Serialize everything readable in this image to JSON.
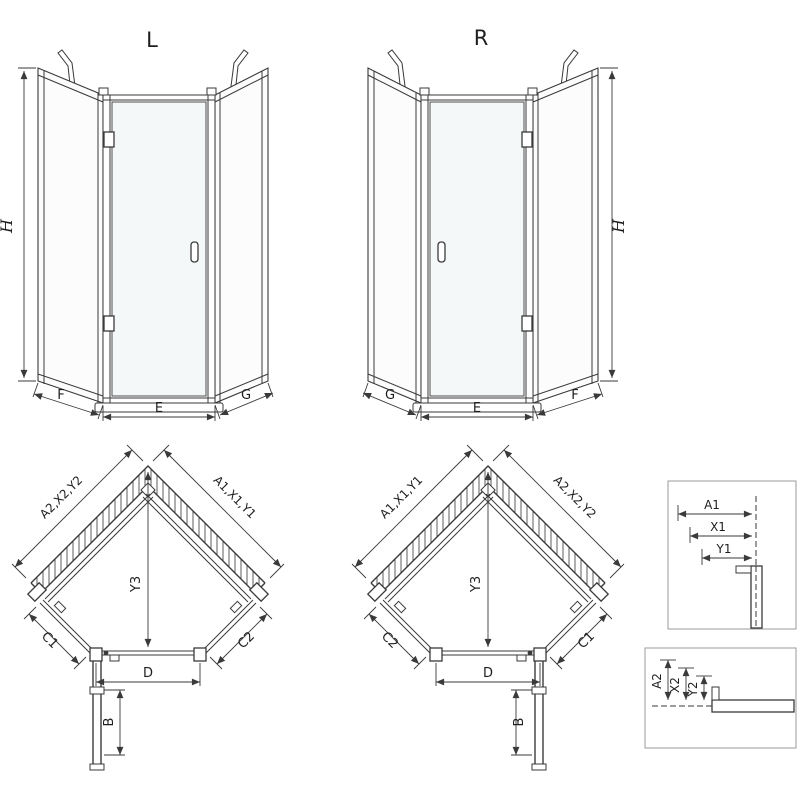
{
  "elevation_left": {
    "title": "L",
    "height_label": "H",
    "bottom_left_label": "F",
    "bottom_center_label": "E",
    "bottom_right_label": "G"
  },
  "elevation_right": {
    "title": "R",
    "height_label": "H",
    "bottom_left_label": "G",
    "bottom_center_label": "E",
    "bottom_right_label": "F"
  },
  "plan_left": {
    "wall_upper_left": "A2,X2,Y2",
    "wall_upper_right": "A1,X1,Y1",
    "depth": "Y3",
    "lower_left": "C1",
    "lower_right": "C2",
    "front": "D",
    "profile": "B"
  },
  "plan_right": {
    "wall_upper_left": "A1,X1,Y1",
    "wall_upper_right": "A2,X2,Y2",
    "depth": "Y3",
    "lower_left": "C2",
    "lower_right": "C1",
    "front": "D",
    "profile": "B"
  },
  "detail_top": {
    "rows": [
      "A1",
      "X1",
      "Y1"
    ]
  },
  "detail_bottom": {
    "rows": [
      "A2",
      "X2",
      "Y2"
    ]
  },
  "colors": {
    "line": "#3a3a3a",
    "glass": "#f5f8f9",
    "background": "#ffffff",
    "box_border": "#9b9b9b"
  }
}
